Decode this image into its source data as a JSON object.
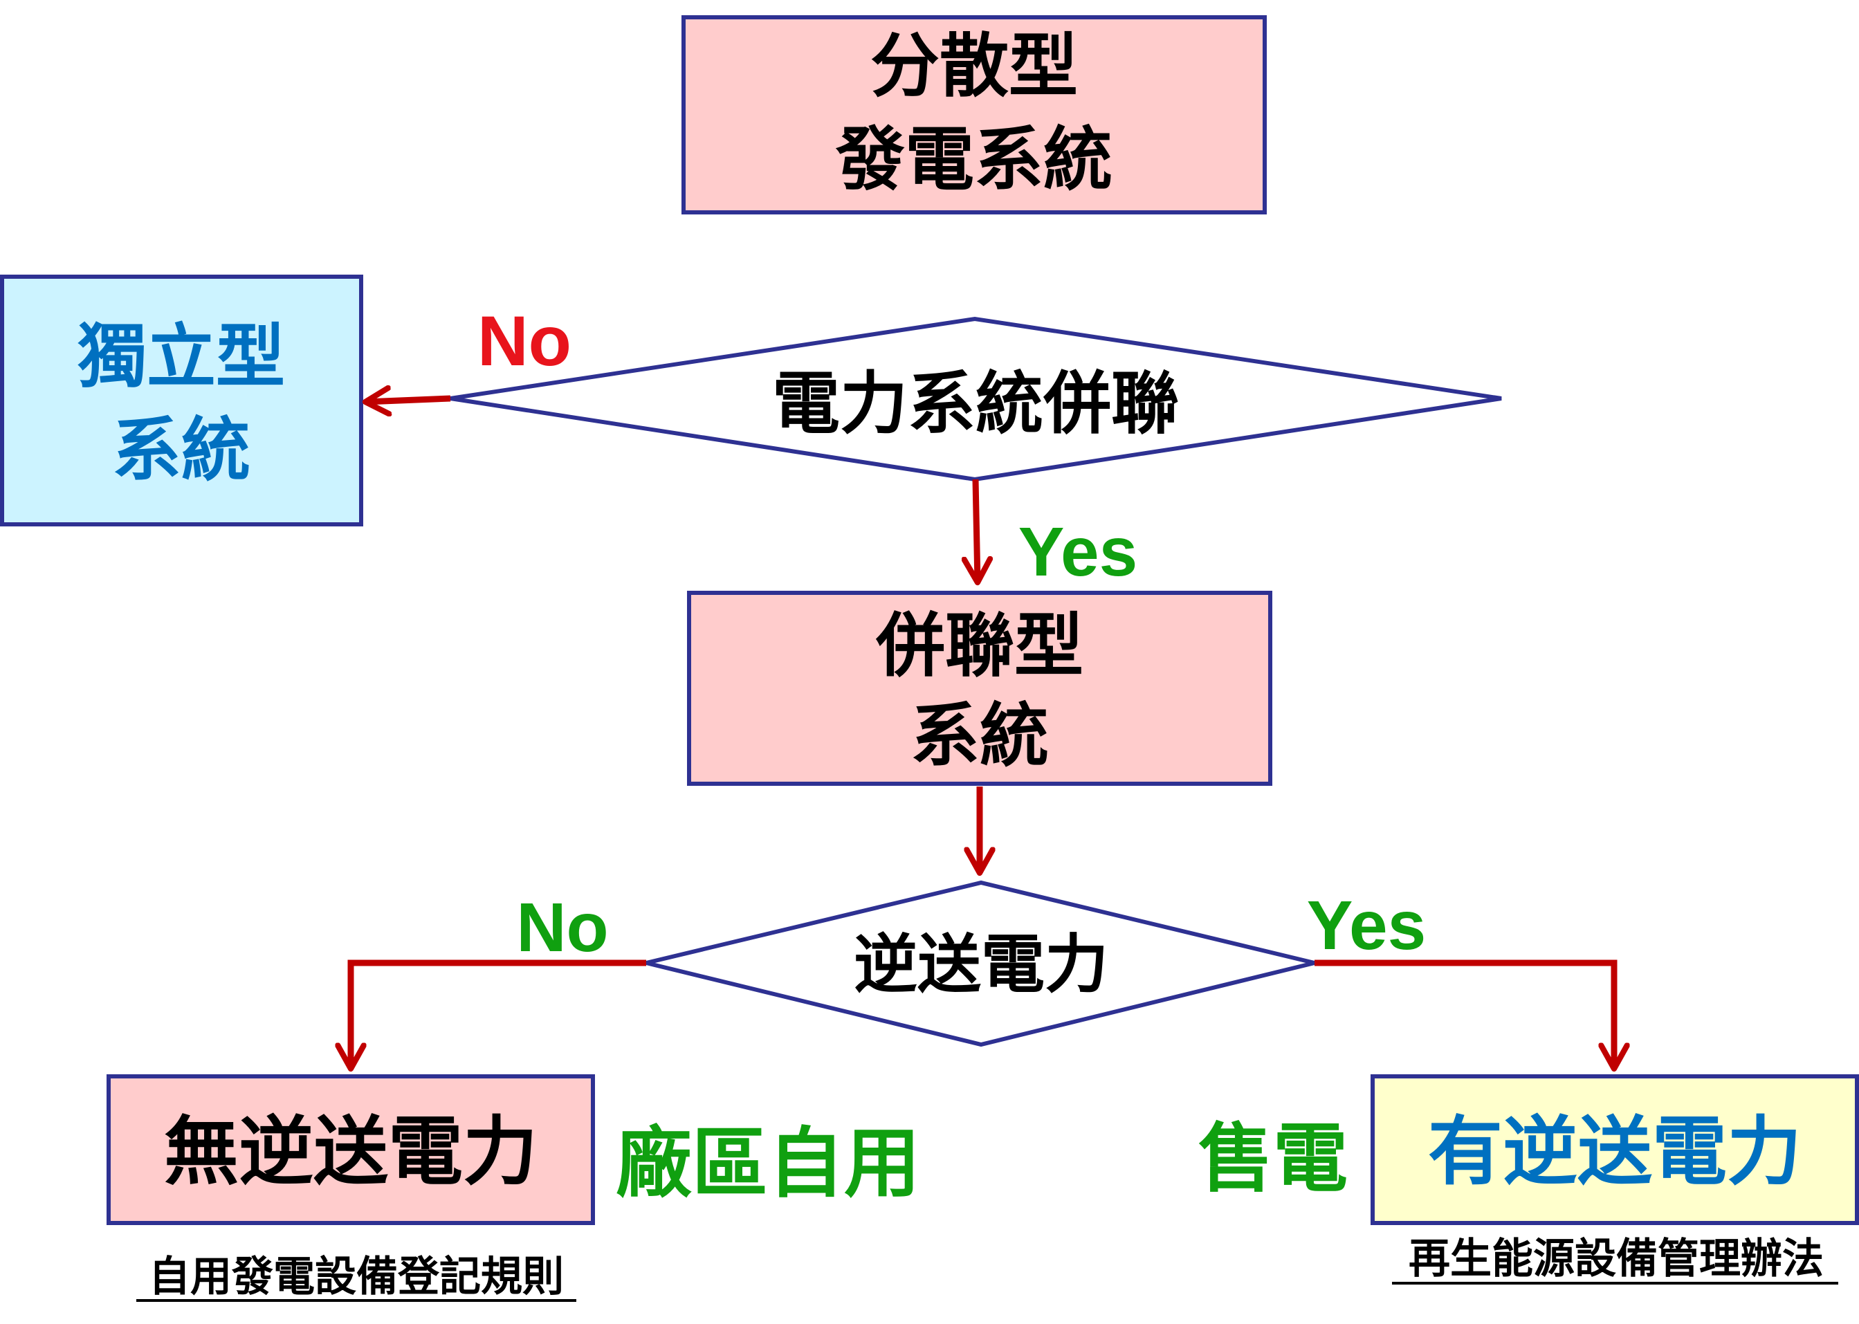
{
  "colors": {
    "border": "#2E3192",
    "arrow": "#C00000",
    "pink_fill": "#FFCCCC",
    "cyan_fill": "#CCF3FF",
    "yellow_fill": "#FFFFCC",
    "text_dark": "#000000",
    "text_blue": "#0070C0",
    "text_red": "#E8141C",
    "text_green": "#10A010"
  },
  "nodes": {
    "distributed": {
      "line1": "分散型",
      "line2": "發電系統"
    },
    "standalone": {
      "line1": "獨立型",
      "line2": "系統"
    },
    "grid_decision": {
      "text": "電力系統併聯"
    },
    "grid_connected": {
      "line1": "併聯型",
      "line2": "系統"
    },
    "export_decision": {
      "text": "逆送電力"
    },
    "no_export": {
      "text": "無逆送電力"
    },
    "with_export": {
      "text": "有逆送電力"
    }
  },
  "labels": {
    "grid_no": "No",
    "grid_yes": "Yes",
    "export_no": "No",
    "export_yes": "Yes",
    "self_use": "廠區自用",
    "sell_power": "售電",
    "self_use_rule": "自用發電設備登記規則",
    "renewable_rule": "再生能源設備管理辦法"
  }
}
